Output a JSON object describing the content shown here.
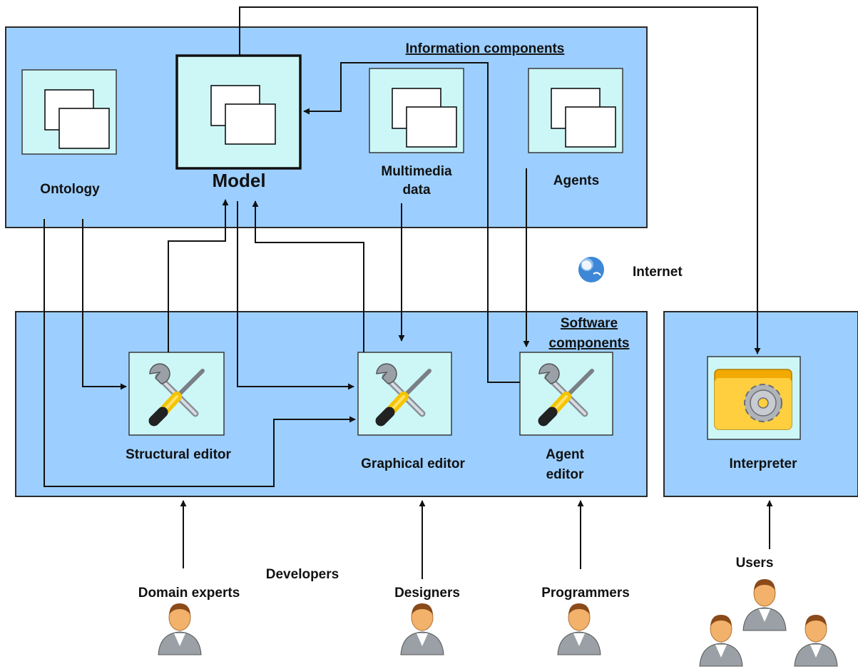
{
  "panels": {
    "information_components": "Information components",
    "software_components_line1": "Software",
    "software_components_line2": "components"
  },
  "info_items": {
    "ontology": "Ontology",
    "model": "Model",
    "multimedia_line1": "Multimedia",
    "multimedia_line2": "data",
    "agents": "Agents"
  },
  "network": {
    "label": "Internet",
    "icon": "globe-icon"
  },
  "software_items": {
    "structural_editor": "Structural editor",
    "graphical_editor": "Graphical editor",
    "agent_editor_line1": "Agent",
    "agent_editor_line2": "editor",
    "interpreter": "Interpreter"
  },
  "actors": {
    "developers": "Developers",
    "domain_experts": "Domain experts",
    "designers": "Designers",
    "programmers": "Programmers",
    "users": "Users"
  },
  "colors": {
    "panel_fill": "#9ccfff",
    "box_fill": "#cdf7f7",
    "handle_yellow": "#f5c400",
    "folder_orange": "#f2a900"
  }
}
